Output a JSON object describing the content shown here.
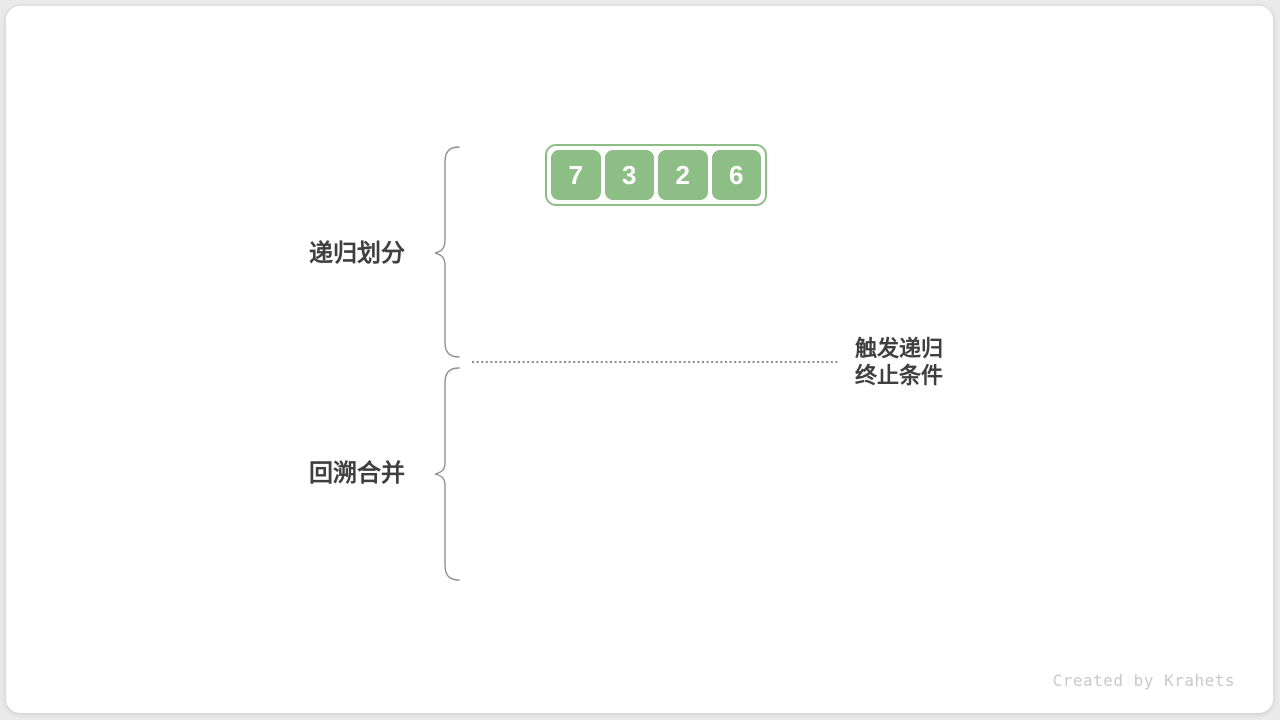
{
  "array": {
    "values": [
      "7",
      "3",
      "2",
      "6"
    ]
  },
  "labels": {
    "recursive_divide": "递归划分",
    "backtrack_merge": "回溯合并",
    "termination_line1": "触发递归",
    "termination_line2": "终止条件"
  },
  "footer": {
    "credit": "Created by Krahets"
  },
  "colors": {
    "background": "#eaeaea",
    "card": "#ffffff",
    "cell_green": "#8cbe85",
    "cell_text": "#ffffff",
    "label_text": "#3f3f3f",
    "brace": "#8f8f8f",
    "dotted_line": "#8c8c8c",
    "credit_text": "#c9c9c9"
  }
}
